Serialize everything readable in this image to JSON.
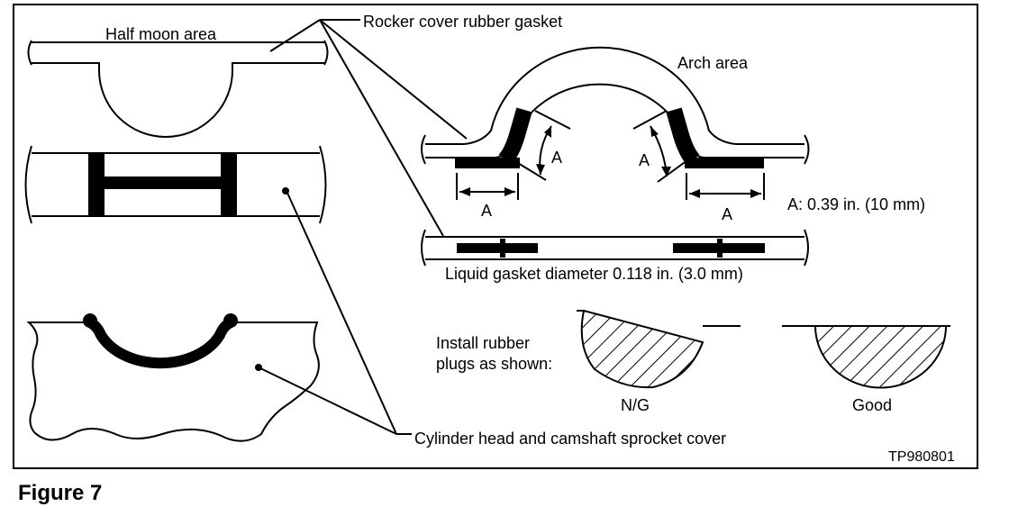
{
  "labels": {
    "half_moon_area": "Half moon area",
    "rocker_cover_gasket": "Rocker cover rubber gasket",
    "arch_area": "Arch area",
    "dim_a": "A",
    "dim_a_value": "A:  0.39 in. (10 mm)",
    "liquid_gasket": "Liquid gasket diameter 0.118 in. (3.0 mm)",
    "install_plugs_line1": "Install rubber",
    "install_plugs_line2": "plugs as shown:",
    "ng": "N/G",
    "good": "Good",
    "cylinder_head": "Cylinder head and camshaft sprocket cover",
    "code": "TP980801",
    "figure": "Figure 7"
  }
}
